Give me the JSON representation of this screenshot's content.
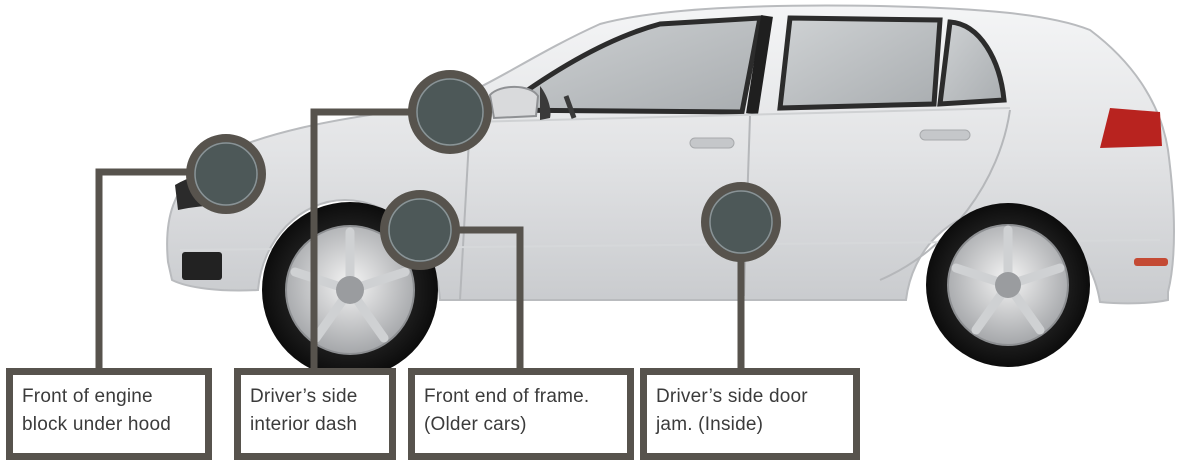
{
  "diagram": {
    "callouts": [
      {
        "id": "engine-block",
        "lines": [
          "Front of engine",
          "block under hood"
        ]
      },
      {
        "id": "interior-dash",
        "lines": [
          "Driver’s side",
          "interior dash"
        ]
      },
      {
        "id": "frame-front",
        "lines": [
          "Front end of frame.",
          "(Older cars)"
        ]
      },
      {
        "id": "door-jam",
        "lines": [
          "Driver’s side door",
          "jam. (Inside)"
        ]
      }
    ],
    "colors": {
      "callout_frame": "#57534d",
      "marker_fill": "#4d5858",
      "car_body": "#e4e5e7",
      "car_window": "#bfc3c6",
      "tail_light": "#b8231f"
    },
    "icons": [
      "car-side-view",
      "location-marker"
    ]
  }
}
